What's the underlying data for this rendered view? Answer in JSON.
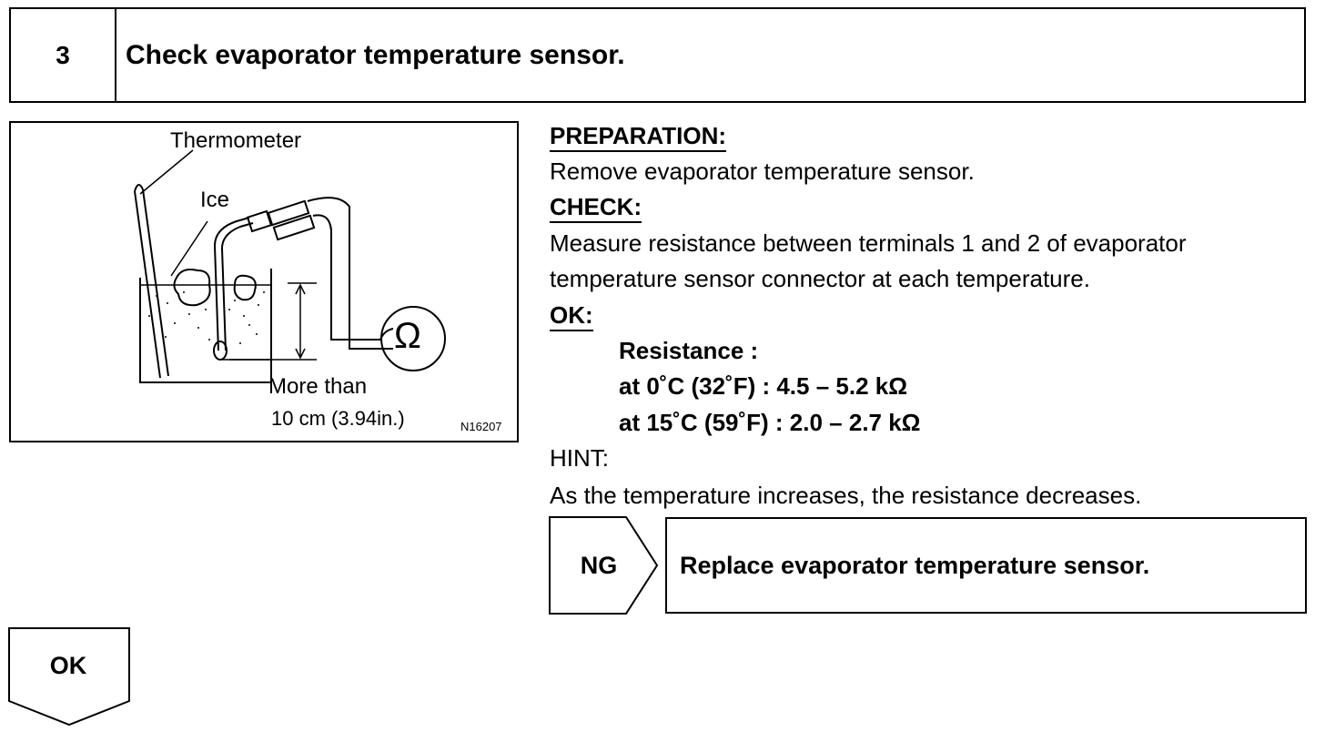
{
  "header": {
    "step_number": "3",
    "title": "Check evaporator temperature sensor."
  },
  "figure": {
    "label_thermometer": "Thermometer",
    "label_ice": "Ice",
    "label_more_than": "More than",
    "label_depth": "10 cm (3.94in.)",
    "ohm_symbol": "Ω",
    "figure_code": "N16207"
  },
  "preparation": {
    "heading": "PREPARATION:",
    "text": "Remove evaporator temperature sensor."
  },
  "check": {
    "heading": "CHECK:",
    "line1": "Measure resistance between terminals 1 and 2 of evaporator",
    "line2": "temperature sensor connector at each temperature."
  },
  "ok_spec": {
    "heading": "OK:",
    "label": "Resistance :",
    "line1": "at 0˚C (32˚F) : 4.5 – 5.2 kΩ",
    "line2": "at 15˚C (59˚F) : 2.0 – 2.7 kΩ"
  },
  "hint": {
    "heading": "HINT:",
    "text": "As the temperature increases, the resistance decreases."
  },
  "result_ng": {
    "tag": "NG",
    "action": "Replace evaporator temperature sensor."
  },
  "result_ok": {
    "tag": "OK"
  }
}
